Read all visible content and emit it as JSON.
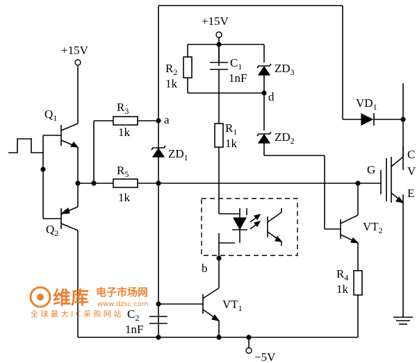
{
  "supplies": {
    "vcc_left": "+15V",
    "vcc_top": "+15V",
    "vee_bottom": "−5V"
  },
  "components": {
    "Q1": {
      "letter": "Q",
      "sub": "1"
    },
    "Q2": {
      "letter": "Q",
      "sub": "2"
    },
    "R3": {
      "letter": "R",
      "sub": "3",
      "value": "1k"
    },
    "R5": {
      "letter": "R",
      "sub": "5",
      "value": "1k"
    },
    "ZD1": {
      "letter": "ZD",
      "sub": "1"
    },
    "R2": {
      "letter": "R",
      "sub": "2",
      "value": "1k"
    },
    "C1": {
      "letter": "C",
      "sub": "1",
      "value": "1nF"
    },
    "ZD3": {
      "letter": "ZD",
      "sub": "3"
    },
    "R1": {
      "letter": "R",
      "sub": "1",
      "value": "1k"
    },
    "ZD2": {
      "letter": "ZD",
      "sub": "2"
    },
    "VD1": {
      "letter": "VD",
      "sub": "1"
    },
    "VT1": {
      "letter": "VT",
      "sub": "1"
    },
    "VT2": {
      "letter": "VT",
      "sub": "2"
    },
    "R4": {
      "letter": "R",
      "sub": "4",
      "value": "1k"
    },
    "C2": {
      "letter": "C",
      "sub": "2",
      "value": "1nF"
    }
  },
  "nodes": {
    "a": "a",
    "b": "b",
    "d": "d"
  },
  "igbt": {
    "gate": "G",
    "collector": "C",
    "v": "V",
    "emitter": "E"
  },
  "watermark": {
    "brand": "维库",
    "site": "电子市场网",
    "url": "www.dzsc.com",
    "slogan": "全 球 最 大 I C 采 购 网 站"
  },
  "colors": {
    "ink": "#000000",
    "watermark": "#e8741c"
  }
}
